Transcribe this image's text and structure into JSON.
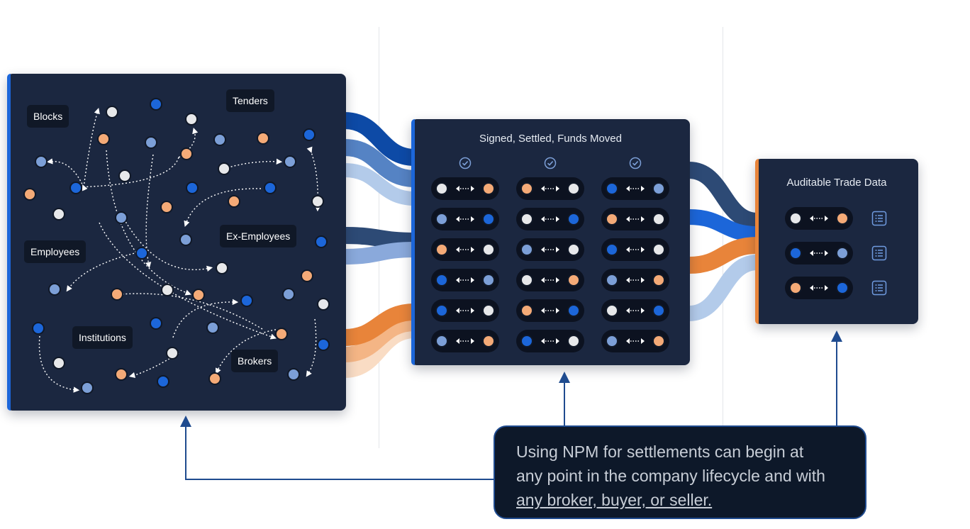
{
  "network": {
    "labels": {
      "blocks": "Blocks",
      "tenders": "Tenders",
      "employees": "Employees",
      "ex_employees": "Ex-Employees",
      "institutions": "Institutions",
      "brokers": "Brokers"
    }
  },
  "settlement": {
    "title": "Signed, Settled, Funds Moved",
    "columns": [
      [
        [
          "white",
          "orange"
        ],
        [
          "lblue",
          "blue"
        ],
        [
          "orange",
          "white"
        ],
        [
          "blue",
          "lblue"
        ],
        [
          "blue",
          "white"
        ],
        [
          "lblue",
          "orange"
        ]
      ],
      [
        [
          "orange",
          "white"
        ],
        [
          "white",
          "blue"
        ],
        [
          "lblue",
          "white"
        ],
        [
          "white",
          "orange"
        ],
        [
          "orange",
          "blue"
        ],
        [
          "blue",
          "white"
        ]
      ],
      [
        [
          "blue",
          "lblue"
        ],
        [
          "orange",
          "white"
        ],
        [
          "blue",
          "white"
        ],
        [
          "lblue",
          "orange"
        ],
        [
          "white",
          "blue"
        ],
        [
          "lblue",
          "orange"
        ]
      ]
    ]
  },
  "audit": {
    "title": "Auditable Trade Data",
    "rows": [
      [
        "white",
        "orange"
      ],
      [
        "blue",
        "lblue"
      ],
      [
        "orange",
        "blue"
      ]
    ]
  },
  "callout": {
    "line1": "Using NPM for settlements can begin at",
    "line2": "any point in the company lifecycle and with",
    "link": "any broker, buyer, or seller."
  },
  "colors": {
    "panel": "#1b2740",
    "accent_blue": "#1c66d9",
    "accent_orange": "#e8843a",
    "node_orange": "#f4aa77",
    "node_white": "#e7e8ea",
    "node_blue": "#1c66d9",
    "node_light_blue": "#7c9fd7"
  }
}
